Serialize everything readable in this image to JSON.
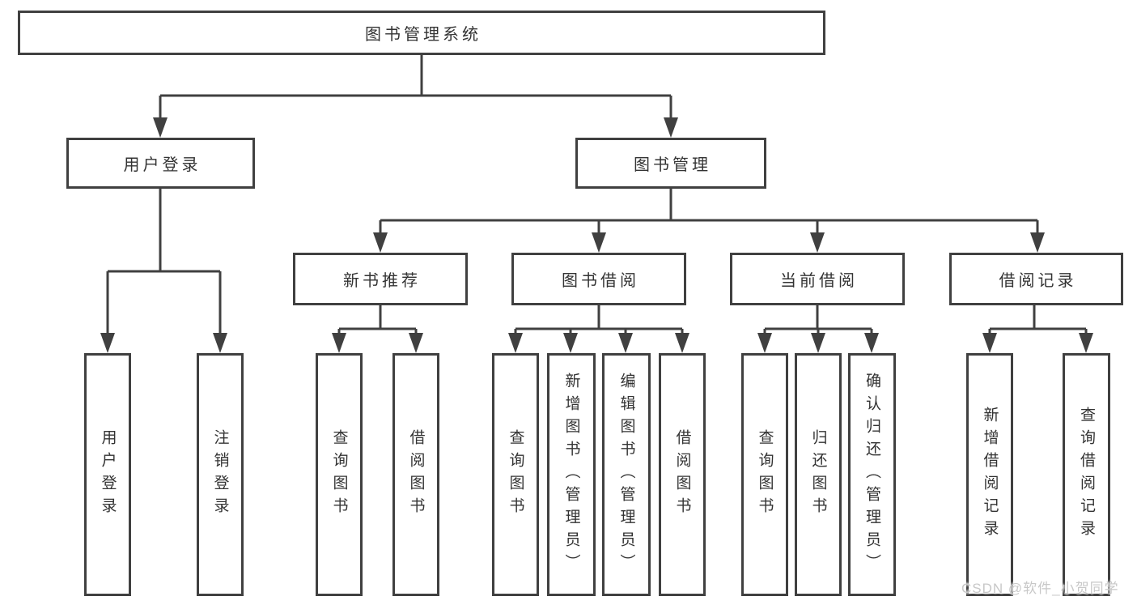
{
  "diagram": {
    "root": {
      "label": "图书管理系统"
    },
    "level2": {
      "user_login": {
        "label": "用户登录"
      },
      "book_management": {
        "label": "图书管理"
      }
    },
    "level3": {
      "new_book_recommend": {
        "label": "新书推荐"
      },
      "book_borrowing": {
        "label": "图书借阅"
      },
      "current_borrowing": {
        "label": "当前借阅"
      },
      "borrowing_records": {
        "label": "借阅记录"
      }
    },
    "leaves": {
      "user_login": [
        "用户登录",
        "注销登录"
      ],
      "new_book_recommend": [
        "查询图书",
        "借阅图书"
      ],
      "book_borrowing": [
        "查询图书",
        "新增图书（管理员）",
        "编辑图书（管理员）",
        "借阅图书"
      ],
      "current_borrowing": [
        "查询图书",
        "归还图书",
        "确认归还（管理员）"
      ],
      "borrowing_records": [
        "新增借阅记录",
        "查询借阅记录"
      ]
    }
  },
  "watermark": {
    "text": "CSDN @软件_小贺同学"
  },
  "colors": {
    "line": "#404040",
    "text": "#333333",
    "watermark": "#c8c8c8",
    "background": "#ffffff"
  }
}
